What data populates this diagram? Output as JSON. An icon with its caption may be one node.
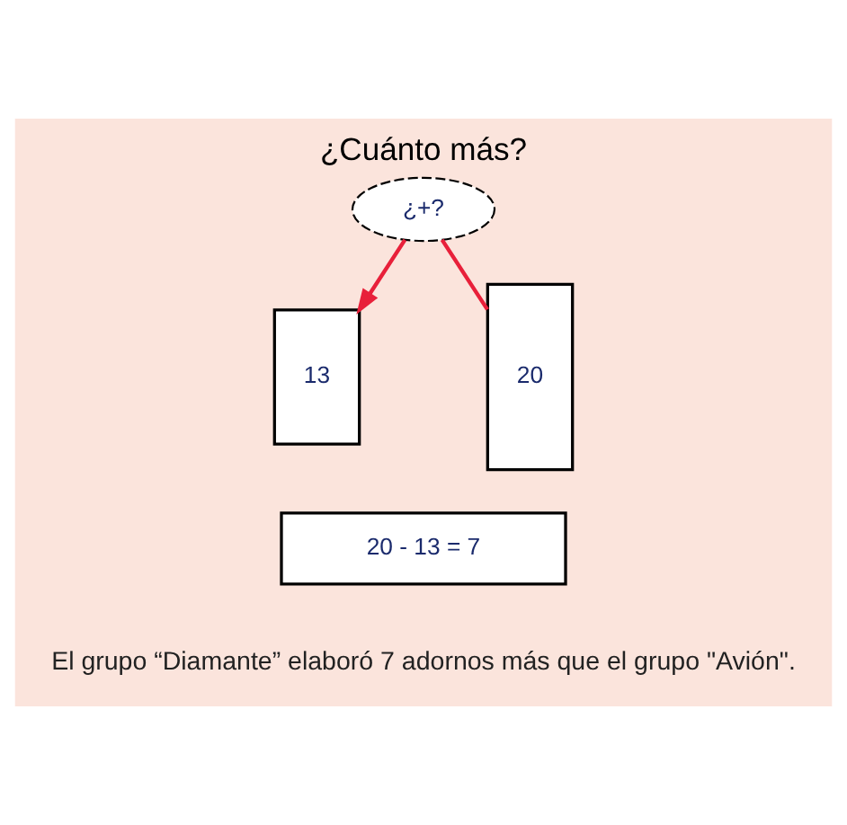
{
  "diagram": {
    "title": "¿Cuánto más?",
    "nodes": [
      {
        "text": [
          "¿+?"
        ]
      },
      {
        "text": [
          "20"
        ]
      },
      {
        "text": [
          "13"
        ]
      },
      {
        "text": [
          "20 - 13 = 7"
        ]
      }
    ],
    "edges": [
      {
        "from": 1,
        "to": 0,
        "arrow": "none",
        "color": "#e8203a"
      },
      {
        "from": 0,
        "to": 2,
        "arrow": "to",
        "color": "#e8203a"
      }
    ],
    "labels": [
      "El grupo “Diamante” elaboró 7 adornos más que el grupo \"Avión\"."
    ]
  }
}
